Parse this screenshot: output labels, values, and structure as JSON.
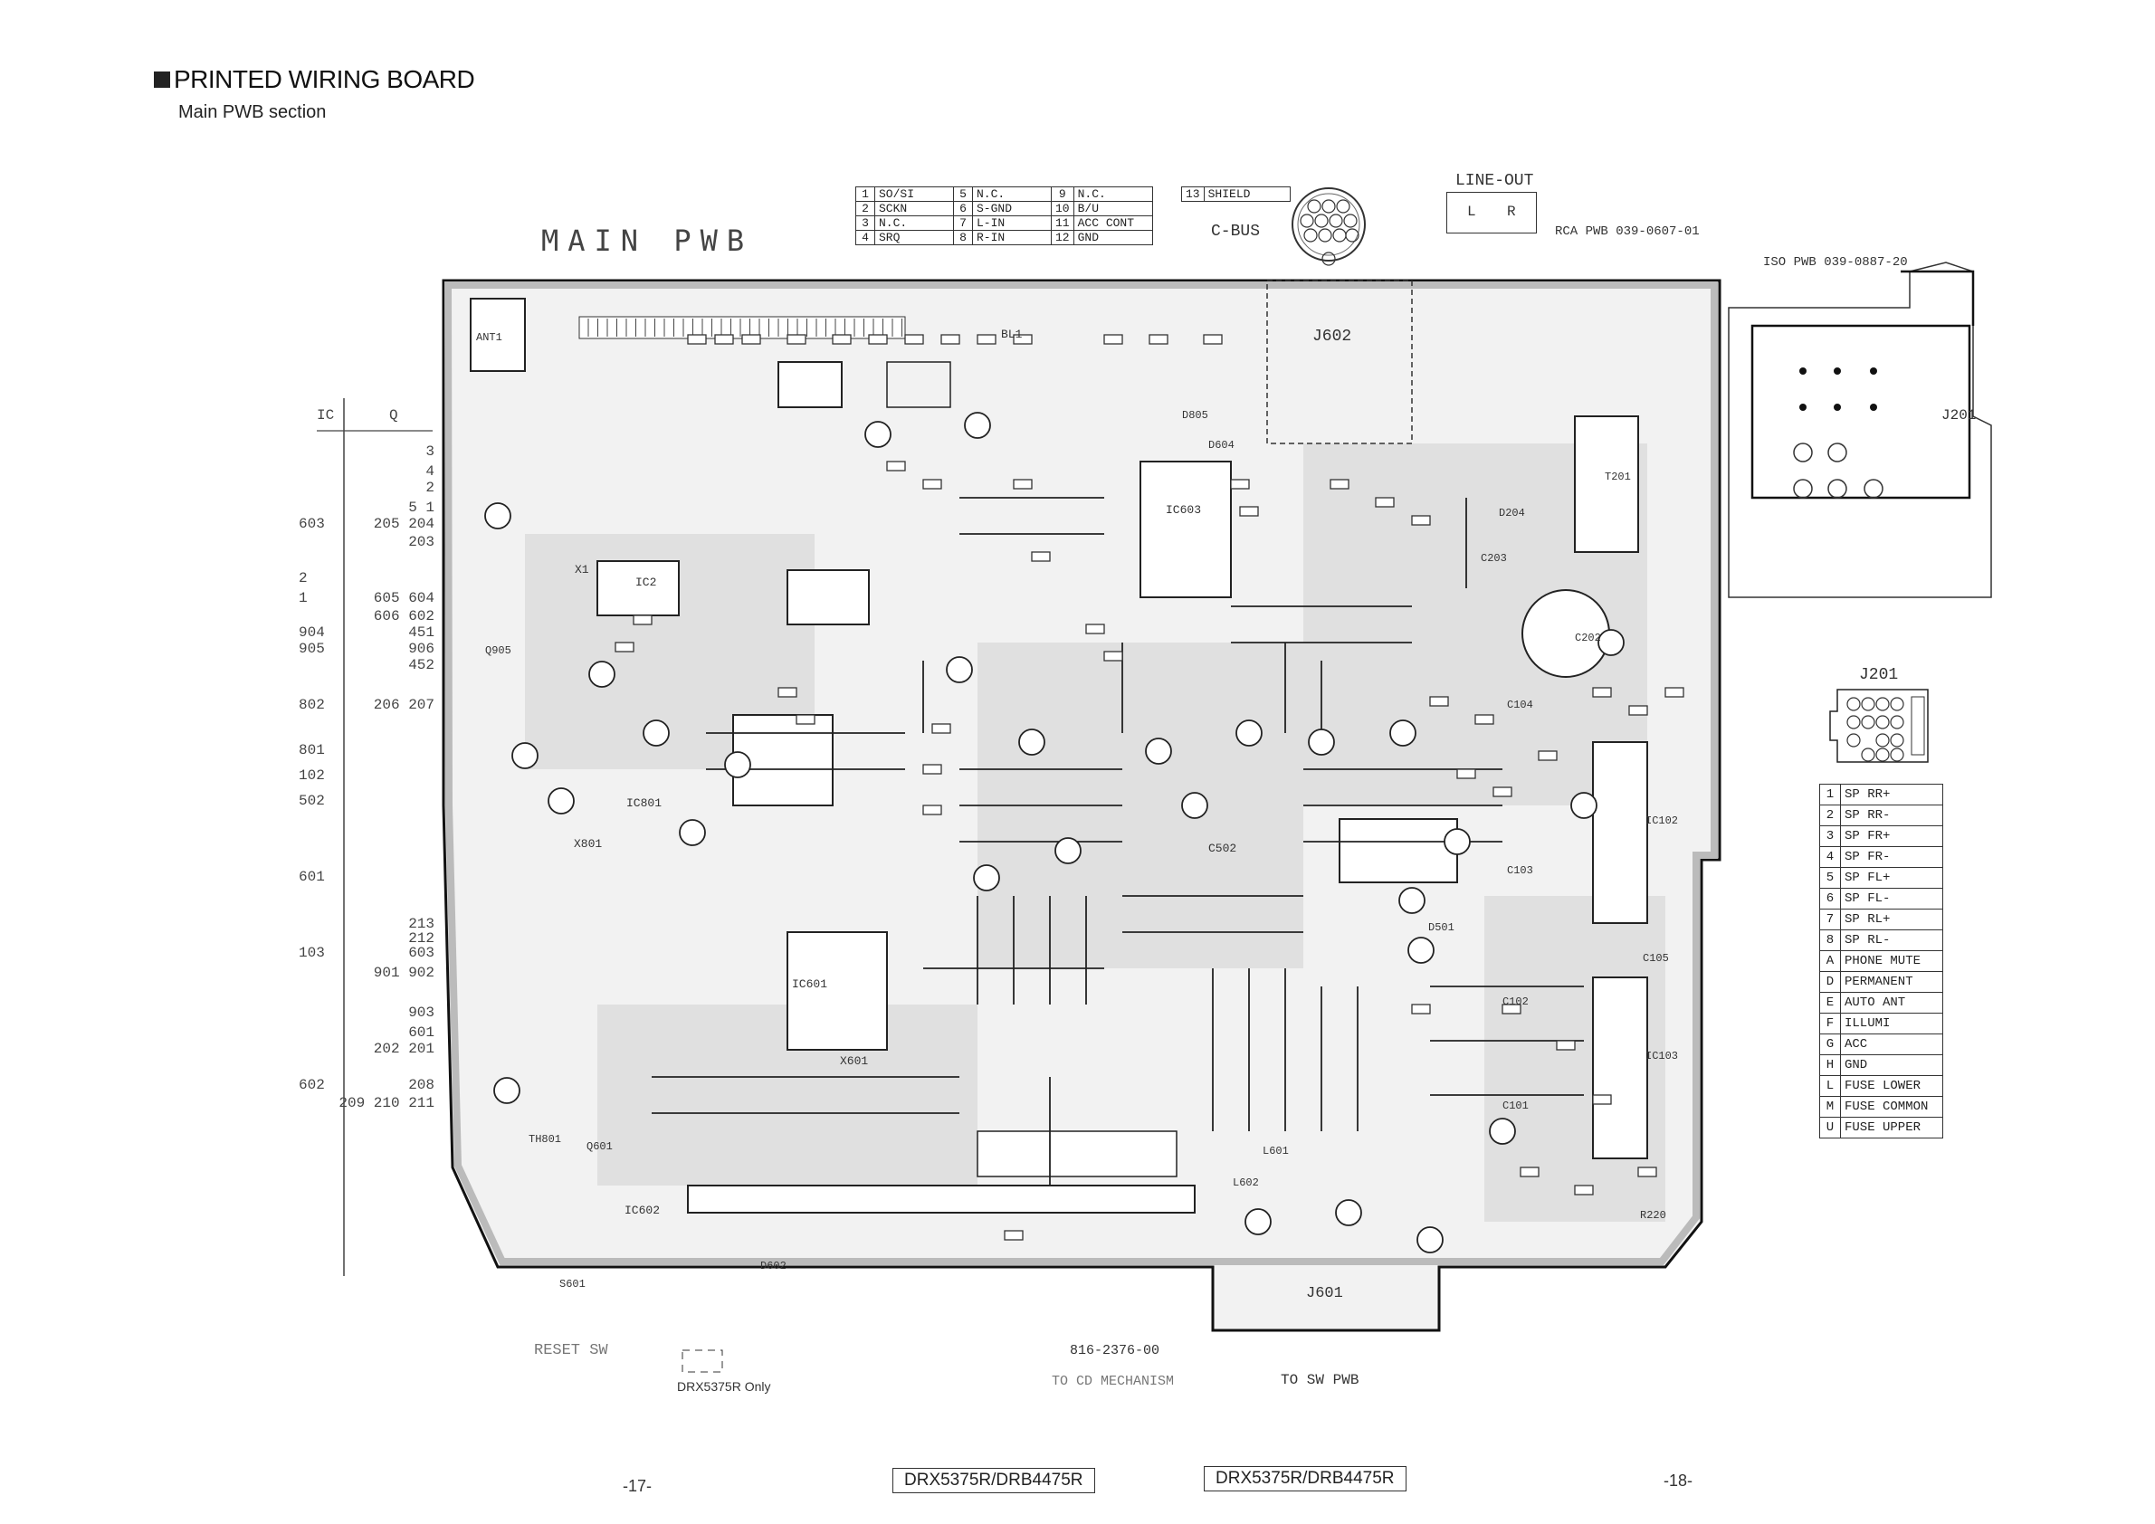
{
  "header": {
    "title": "PRINTED WIRING BOARD",
    "subtitle": "Main PWB section"
  },
  "board": {
    "main_label": "MAIN PWB",
    "cbus_label": "C-BUS",
    "lineout_label": "LINE-OUT",
    "lineout_left": "L",
    "lineout_right": "R",
    "rca_pwb": "RCA PWB 039-0607-01",
    "iso_pwb": "ISO PWB 039-0887-20",
    "part_number": "816-2376-00",
    "to_cd": "TO CD MECHANISM",
    "to_sw": "TO SW PWB",
    "reset_sw": "RESET SW",
    "drx_only": "DRX5375R Only",
    "j601": "J601",
    "j602": "J602",
    "j201": "J201",
    "j201_top": "J201"
  },
  "cbus_table": {
    "rows": [
      [
        {
          "n": "1",
          "v": "SO/SI"
        },
        {
          "n": "5",
          "v": "N.C."
        },
        {
          "n": "9",
          "v": "N.C."
        }
      ],
      [
        {
          "n": "2",
          "v": "SCKN"
        },
        {
          "n": "6",
          "v": "S-GND"
        },
        {
          "n": "10",
          "v": "B/U"
        }
      ],
      [
        {
          "n": "3",
          "v": "N.C."
        },
        {
          "n": "7",
          "v": "L-IN"
        },
        {
          "n": "11",
          "v": "ACC CONT"
        }
      ],
      [
        {
          "n": "4",
          "v": "SRQ"
        },
        {
          "n": "8",
          "v": "R-IN"
        },
        {
          "n": "12",
          "v": "GND"
        }
      ]
    ],
    "shield": {
      "n": "13",
      "v": "SHIELD"
    }
  },
  "j201_table": [
    {
      "n": "1",
      "v": "SP RR+"
    },
    {
      "n": "2",
      "v": "SP RR-"
    },
    {
      "n": "3",
      "v": "SP FR+"
    },
    {
      "n": "4",
      "v": "SP FR-"
    },
    {
      "n": "5",
      "v": "SP FL+"
    },
    {
      "n": "6",
      "v": "SP FL-"
    },
    {
      "n": "7",
      "v": "SP RL+"
    },
    {
      "n": "8",
      "v": "SP RL-"
    },
    {
      "n": "A",
      "v": "PHONE MUTE"
    },
    {
      "n": "D",
      "v": "PERMANENT"
    },
    {
      "n": "E",
      "v": "AUTO ANT"
    },
    {
      "n": "F",
      "v": "ILLUMI"
    },
    {
      "n": "G",
      "v": "ACC"
    },
    {
      "n": "H",
      "v": "GND"
    },
    {
      "n": "L",
      "v": "FUSE LOWER"
    },
    {
      "n": "M",
      "v": "FUSE COMMON"
    },
    {
      "n": "U",
      "v": "FUSE UPPER"
    }
  ],
  "index_columns": {
    "ic_header": "IC",
    "q_header": "Q",
    "rows": [
      {
        "ic": "",
        "q": "3"
      },
      {
        "ic": "",
        "q": "4"
      },
      {
        "ic": "",
        "q": "2"
      },
      {
        "ic": "",
        "q": "5   1"
      },
      {
        "ic": "603",
        "q": "205 204"
      },
      {
        "ic": "",
        "q": "203"
      },
      {
        "ic": "2",
        "q": ""
      },
      {
        "ic": "1",
        "q": "605 604"
      },
      {
        "ic": "",
        "q": "606 602"
      },
      {
        "ic": "904",
        "q": "451"
      },
      {
        "ic": "905",
        "q": "906"
      },
      {
        "ic": "",
        "q": "452"
      },
      {
        "ic": "802",
        "q": "206 207"
      },
      {
        "ic": "801",
        "q": ""
      },
      {
        "ic": "102",
        "q": ""
      },
      {
        "ic": "502",
        "q": ""
      },
      {
        "ic": "601",
        "q": ""
      },
      {
        "ic": "",
        "q": "213"
      },
      {
        "ic": "",
        "q": "212"
      },
      {
        "ic": "103",
        "q": "603"
      },
      {
        "ic": "",
        "q": "901 902"
      },
      {
        "ic": "",
        "q": "903"
      },
      {
        "ic": "",
        "q": "601"
      },
      {
        "ic": "",
        "q": "202 201"
      },
      {
        "ic": "602",
        "q": "208"
      },
      {
        "ic": "",
        "q": "209 210 211"
      }
    ]
  },
  "footer": {
    "left_page": "-17-",
    "right_page": "-18-",
    "model_left": "DRX5375R/DRB4475R",
    "model_right": "DRX5375R/DRB4475R"
  },
  "components": {
    "ic601": "IC601",
    "ic602": "IC602",
    "ic603": "IC603",
    "ic801": "IC801",
    "ic2": "IC2",
    "ic102": "IC102",
    "ic103": "IC103",
    "c502": "C502",
    "t201": "T201",
    "c202": "C202",
    "bl1": "BL1",
    "ant1": "ANT1",
    "x1": "X1",
    "x601": "X601",
    "x801": "X801",
    "s601": "S601",
    "d805": "D805",
    "d604": "D604",
    "d204": "D204",
    "c203": "C203",
    "c104": "C104",
    "c103": "C103",
    "c102": "C102",
    "c101": "C101",
    "l601": "L601",
    "l602": "L602",
    "q905": "Q905",
    "q601": "Q601",
    "d602": "D602",
    "d501": "D501",
    "c105": "C105",
    "r220": "R220",
    "th801": "TH801"
  }
}
